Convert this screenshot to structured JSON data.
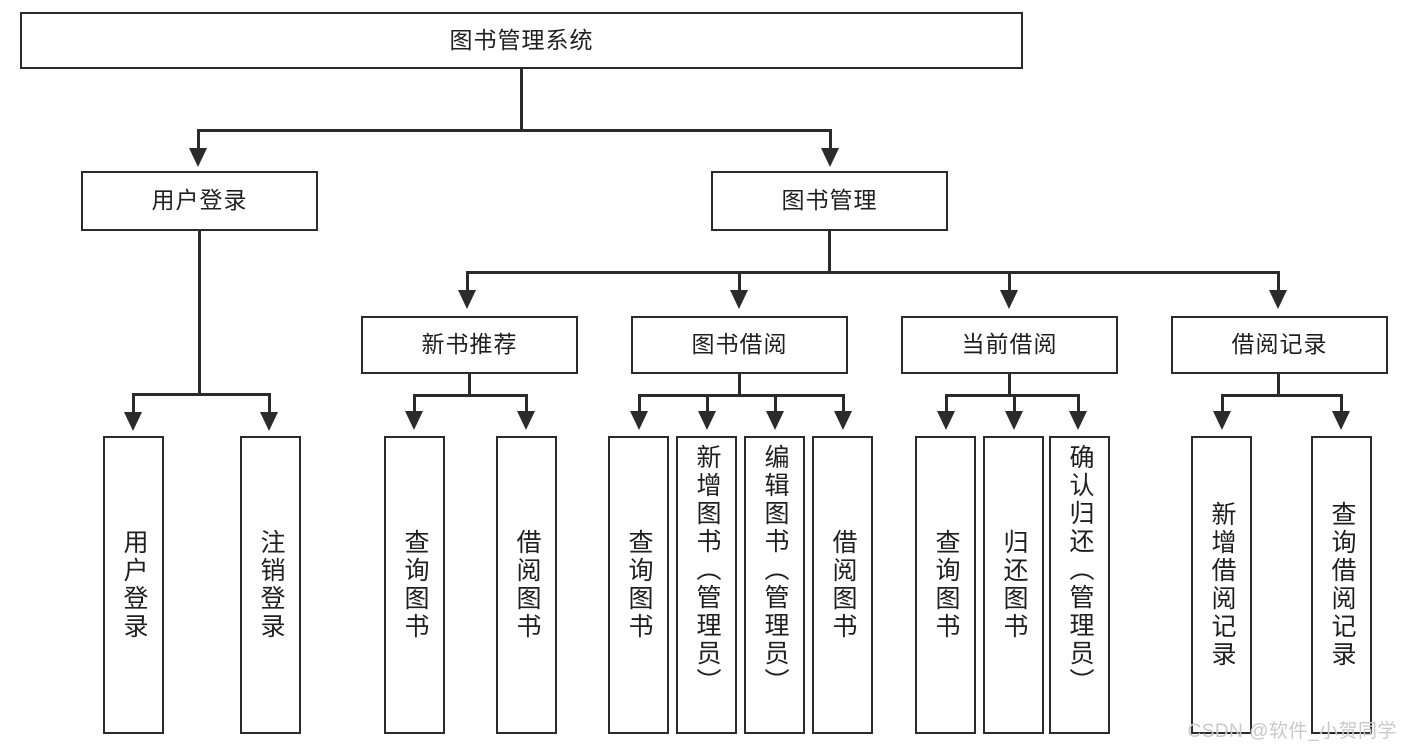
{
  "diagram": {
    "title": "图书管理系统",
    "watermark": "CSDN @软件_小贺同学",
    "root": {
      "label": "图书管理系统"
    },
    "level2": [
      {
        "label": "用户登录"
      },
      {
        "label": "图书管理"
      }
    ],
    "level3": [
      {
        "label": "新书推荐"
      },
      {
        "label": "图书借阅"
      },
      {
        "label": "当前借阅"
      },
      {
        "label": "借阅记录"
      }
    ],
    "leaves": {
      "user_login": [
        {
          "label": "用户登录"
        },
        {
          "label": "注销登录"
        }
      ],
      "new_book": [
        {
          "label": "查询图书"
        },
        {
          "label": "借阅图书"
        }
      ],
      "book_borrow": [
        {
          "label": "查询图书"
        },
        {
          "label": "新增图书（管理员）"
        },
        {
          "label": "编辑图书（管理员）"
        },
        {
          "label": "借阅图书"
        }
      ],
      "current_borrow": [
        {
          "label": "查询图书"
        },
        {
          "label": "归还图书"
        },
        {
          "label": "确认归还（管理员）"
        }
      ],
      "borrow_records": [
        {
          "label": "新增借阅记录"
        },
        {
          "label": "查询借阅记录"
        }
      ]
    },
    "colors": {
      "stroke": "#2b2b2b",
      "text": "#1f1f1f",
      "background": "#ffffff",
      "watermark": "#c9c9c9"
    }
  }
}
